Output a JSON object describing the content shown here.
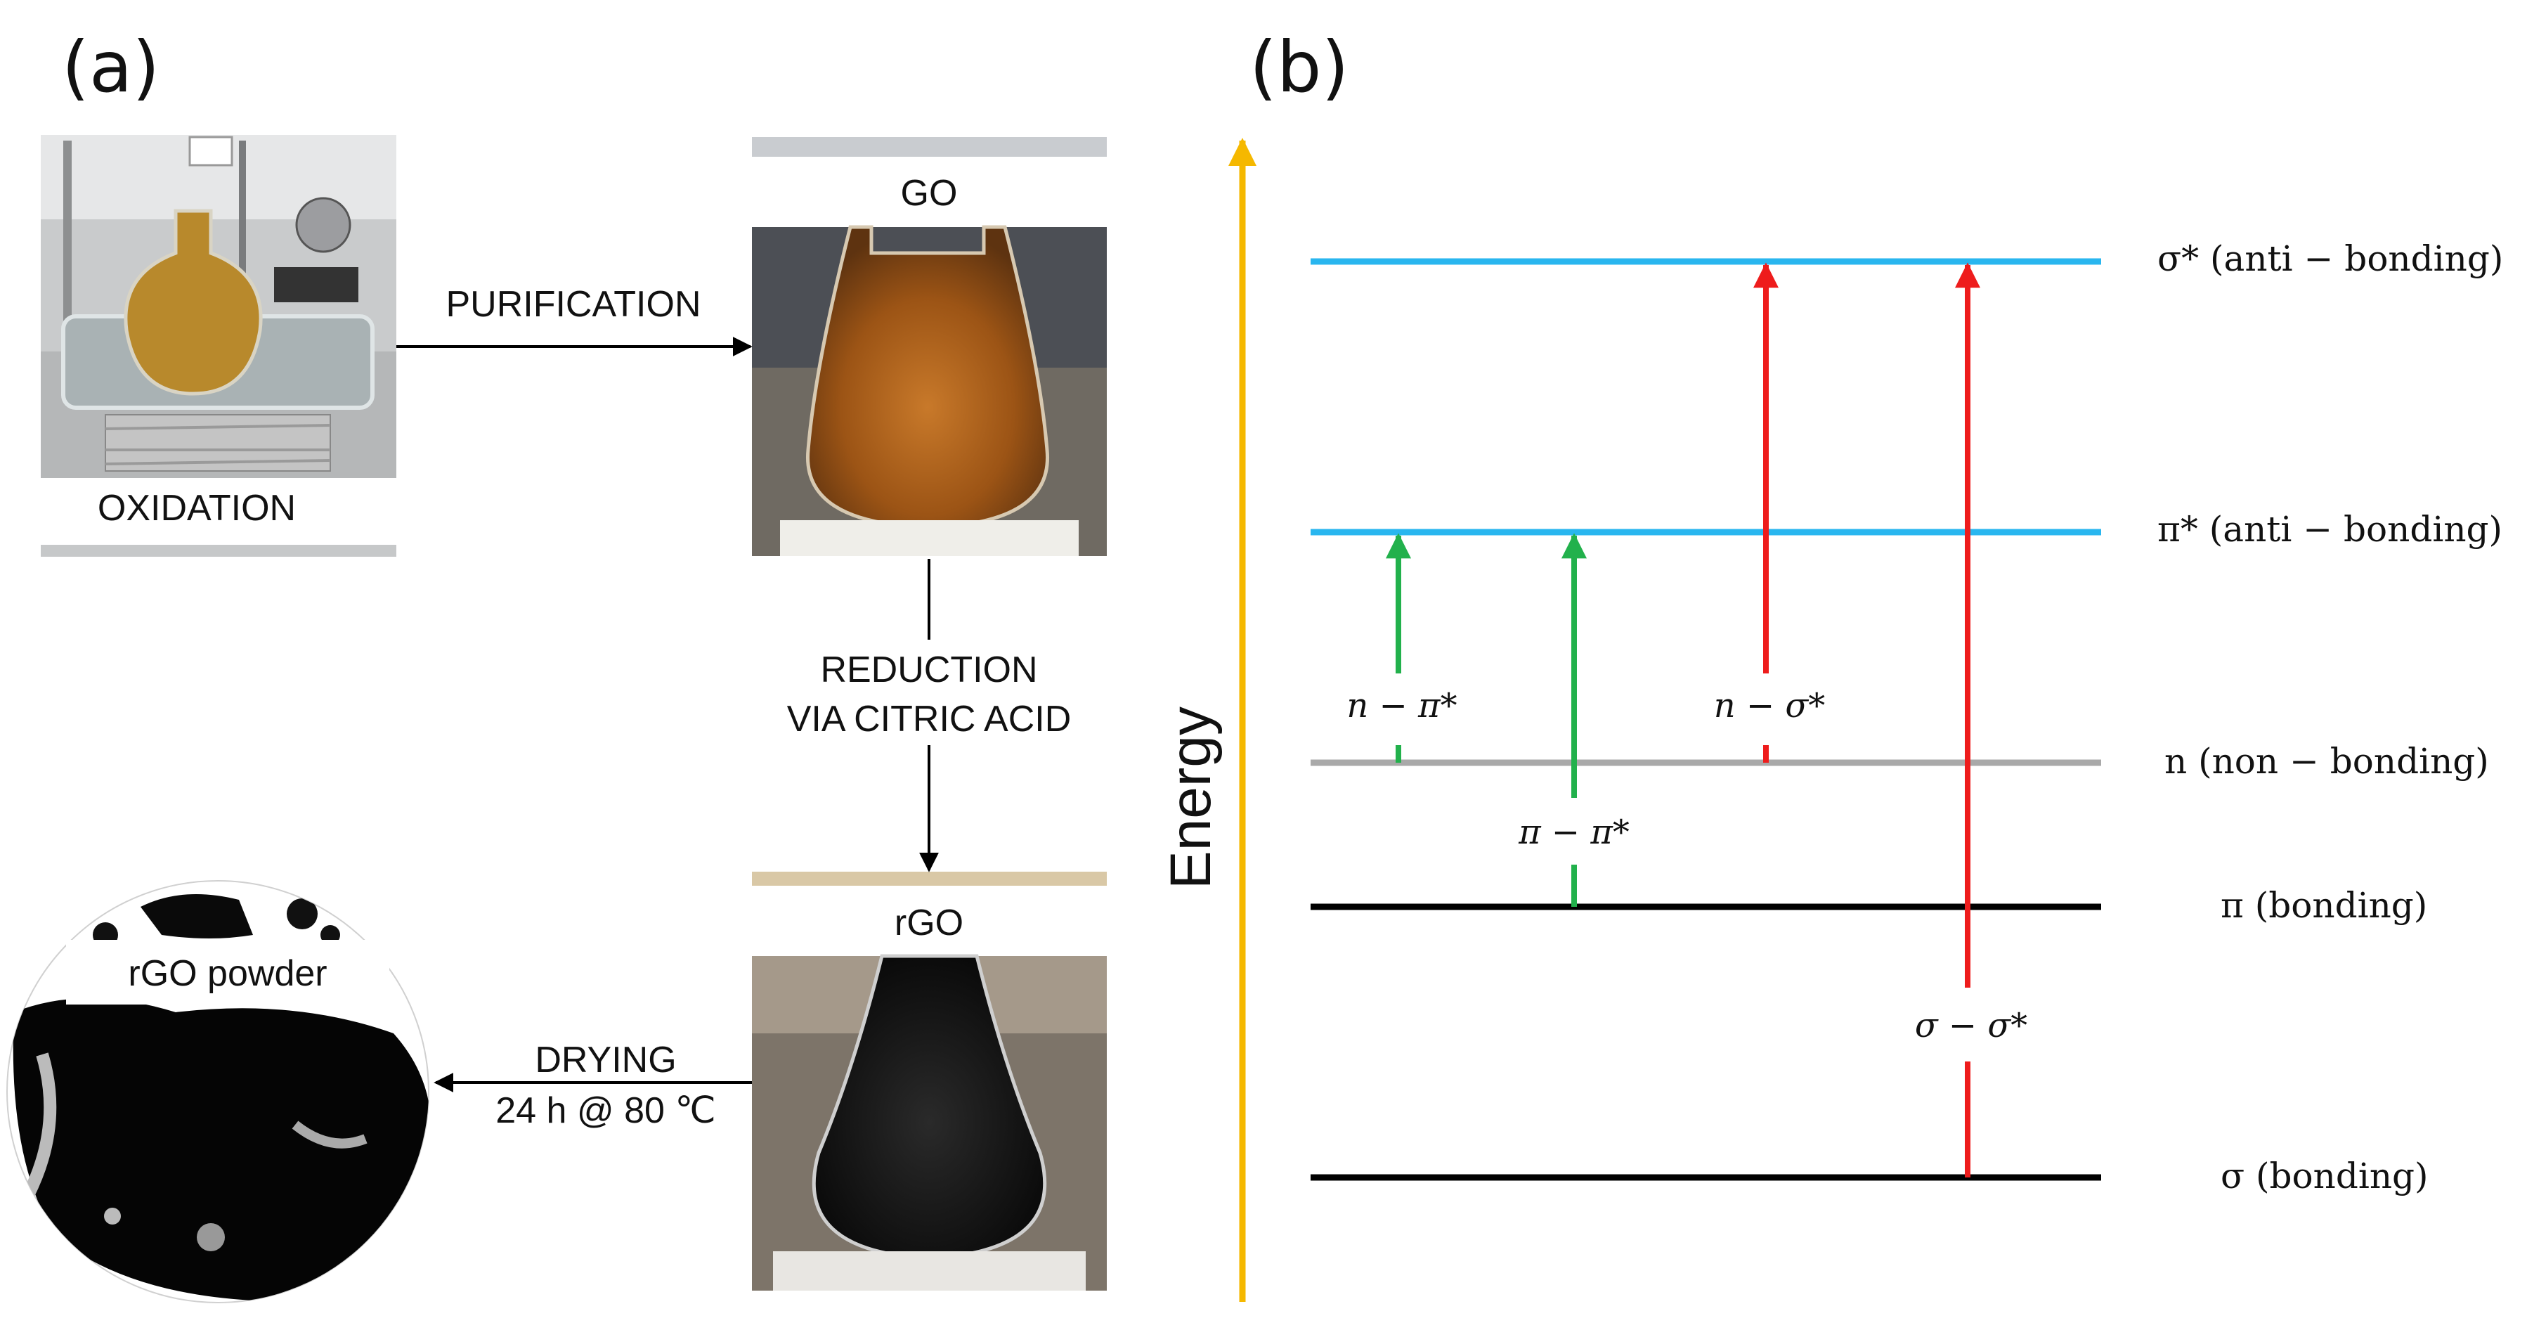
{
  "panel_a": {
    "label": "(a)",
    "oxidation_label": "OXIDATION",
    "go_label": "GO",
    "rgo_label": "rGO",
    "powder_label": "rGO powder",
    "purification_label": "PURIFICATION",
    "reduction_line1": "REDUCTION",
    "reduction_line2": "VIA CITRIC ACID",
    "drying_line1": "DRYING",
    "drying_line2": "24 h @ 80 ℃"
  },
  "panel_b": {
    "label": "(b)",
    "energy_label": "Energy",
    "levels": {
      "sigma_star": "σ* (anti − bonding)",
      "pi_star": "π* (anti − bonding)",
      "n": "n (non − bonding)",
      "pi": "π (bonding)",
      "sigma": "σ (bonding)"
    },
    "transitions": {
      "n_pi_star": "n − π*",
      "pi_pi_star": "π − π*",
      "n_sigma_star": "n − σ*",
      "sigma_sigma_star": "σ − σ*"
    },
    "colors": {
      "antibonding": "#29b6ef",
      "nonbonding": "#a9a9a9",
      "bonding": "#000000",
      "green_arrow": "#22b14c",
      "red_arrow": "#ee1c1c",
      "energy_axis": "#f5b800"
    }
  }
}
